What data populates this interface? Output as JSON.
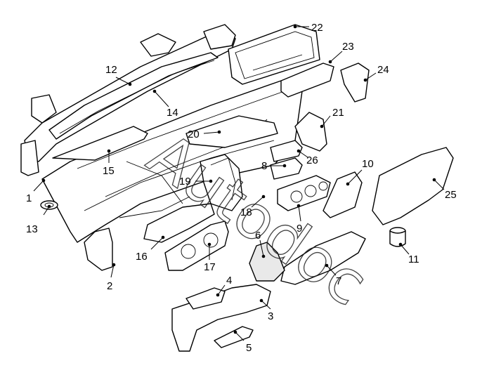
{
  "diagram": {
    "callouts": [
      "1",
      "2",
      "3",
      "4",
      "5",
      "6",
      "7",
      "8",
      "9",
      "10",
      "11",
      "12",
      "13",
      "14",
      "15",
      "16",
      "17",
      "18",
      "19",
      "20",
      "21",
      "22",
      "23",
      "24",
      "25",
      "26"
    ],
    "watermark": "Autodoc"
  }
}
